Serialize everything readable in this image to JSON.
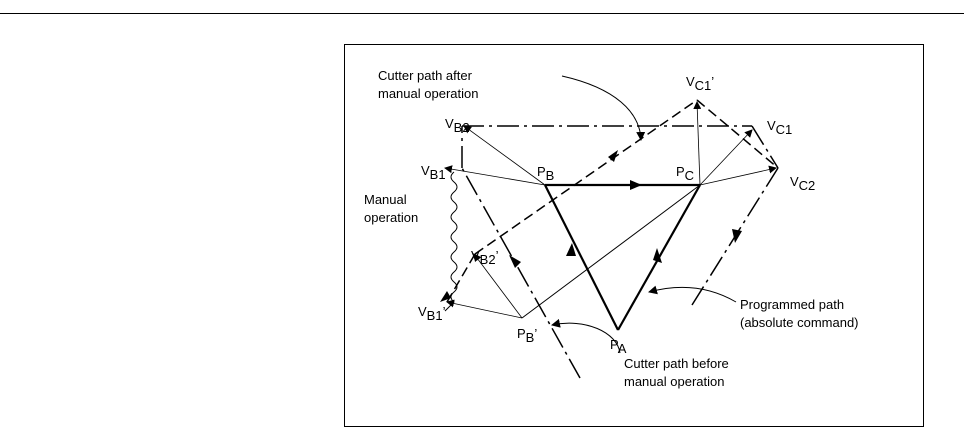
{
  "labels": {
    "vc1_prime": {
      "main": "V",
      "sub": "C1",
      "suffix": "’"
    },
    "vc1": {
      "main": "V",
      "sub": "C1",
      "suffix": ""
    },
    "vc2": {
      "main": "V",
      "sub": "C2",
      "suffix": ""
    },
    "vb2": {
      "main": "V",
      "sub": "B2",
      "suffix": ""
    },
    "vb1": {
      "main": "V",
      "sub": "B1",
      "suffix": ""
    },
    "vb2_prime": {
      "main": "V",
      "sub": "B2",
      "suffix": "’"
    },
    "vb1_prime": {
      "main": "V",
      "sub": "B1",
      "suffix": "’"
    },
    "pb": {
      "main": "P",
      "sub": "B",
      "suffix": ""
    },
    "pc": {
      "main": "P",
      "sub": "C",
      "suffix": ""
    },
    "pa": {
      "main": "P",
      "sub": "A",
      "suffix": ""
    },
    "pb_prime": {
      "main": "P",
      "sub": "B",
      "suffix": "’"
    }
  },
  "annotations": {
    "cutter_after_line1": "Cutter path after",
    "cutter_after_line2": "manual operation",
    "manual_line1": "Manual",
    "manual_line2": "operation",
    "programmed_line1": "Programmed path",
    "programmed_line2": "(absolute command)",
    "cutter_before_line1": "Cutter path before",
    "cutter_before_line2": "manual operation"
  }
}
